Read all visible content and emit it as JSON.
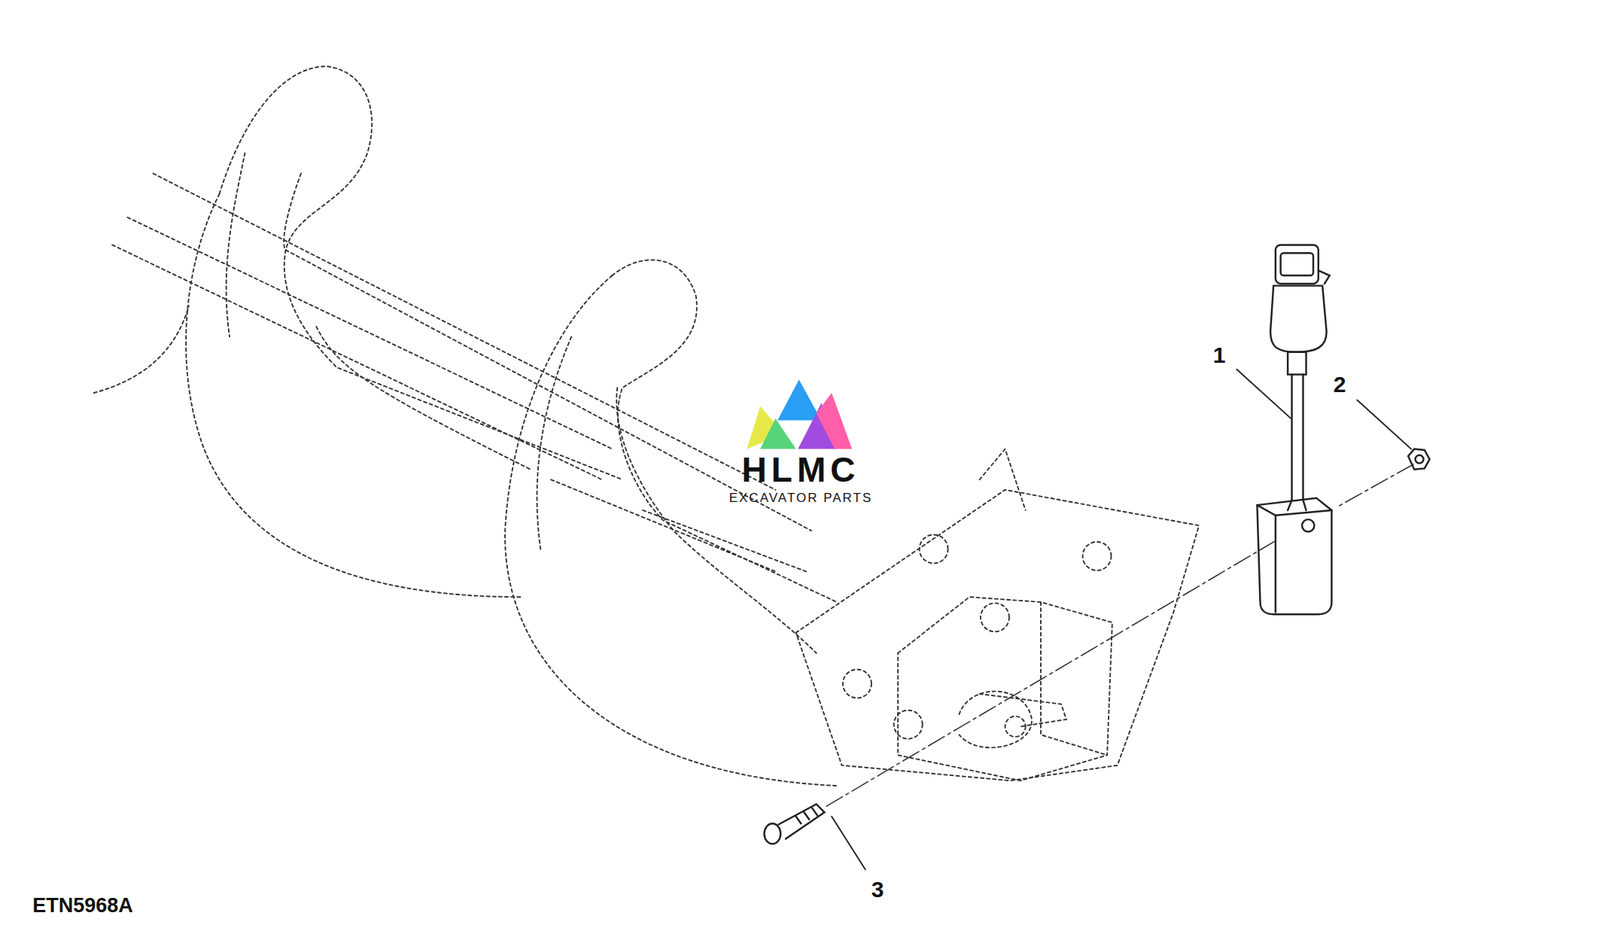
{
  "diagram": {
    "labels": [
      "1",
      "2",
      "3",
      "HLMC",
      "EXCAVATOR PARTS",
      "ETN5968A"
    ]
  }
}
